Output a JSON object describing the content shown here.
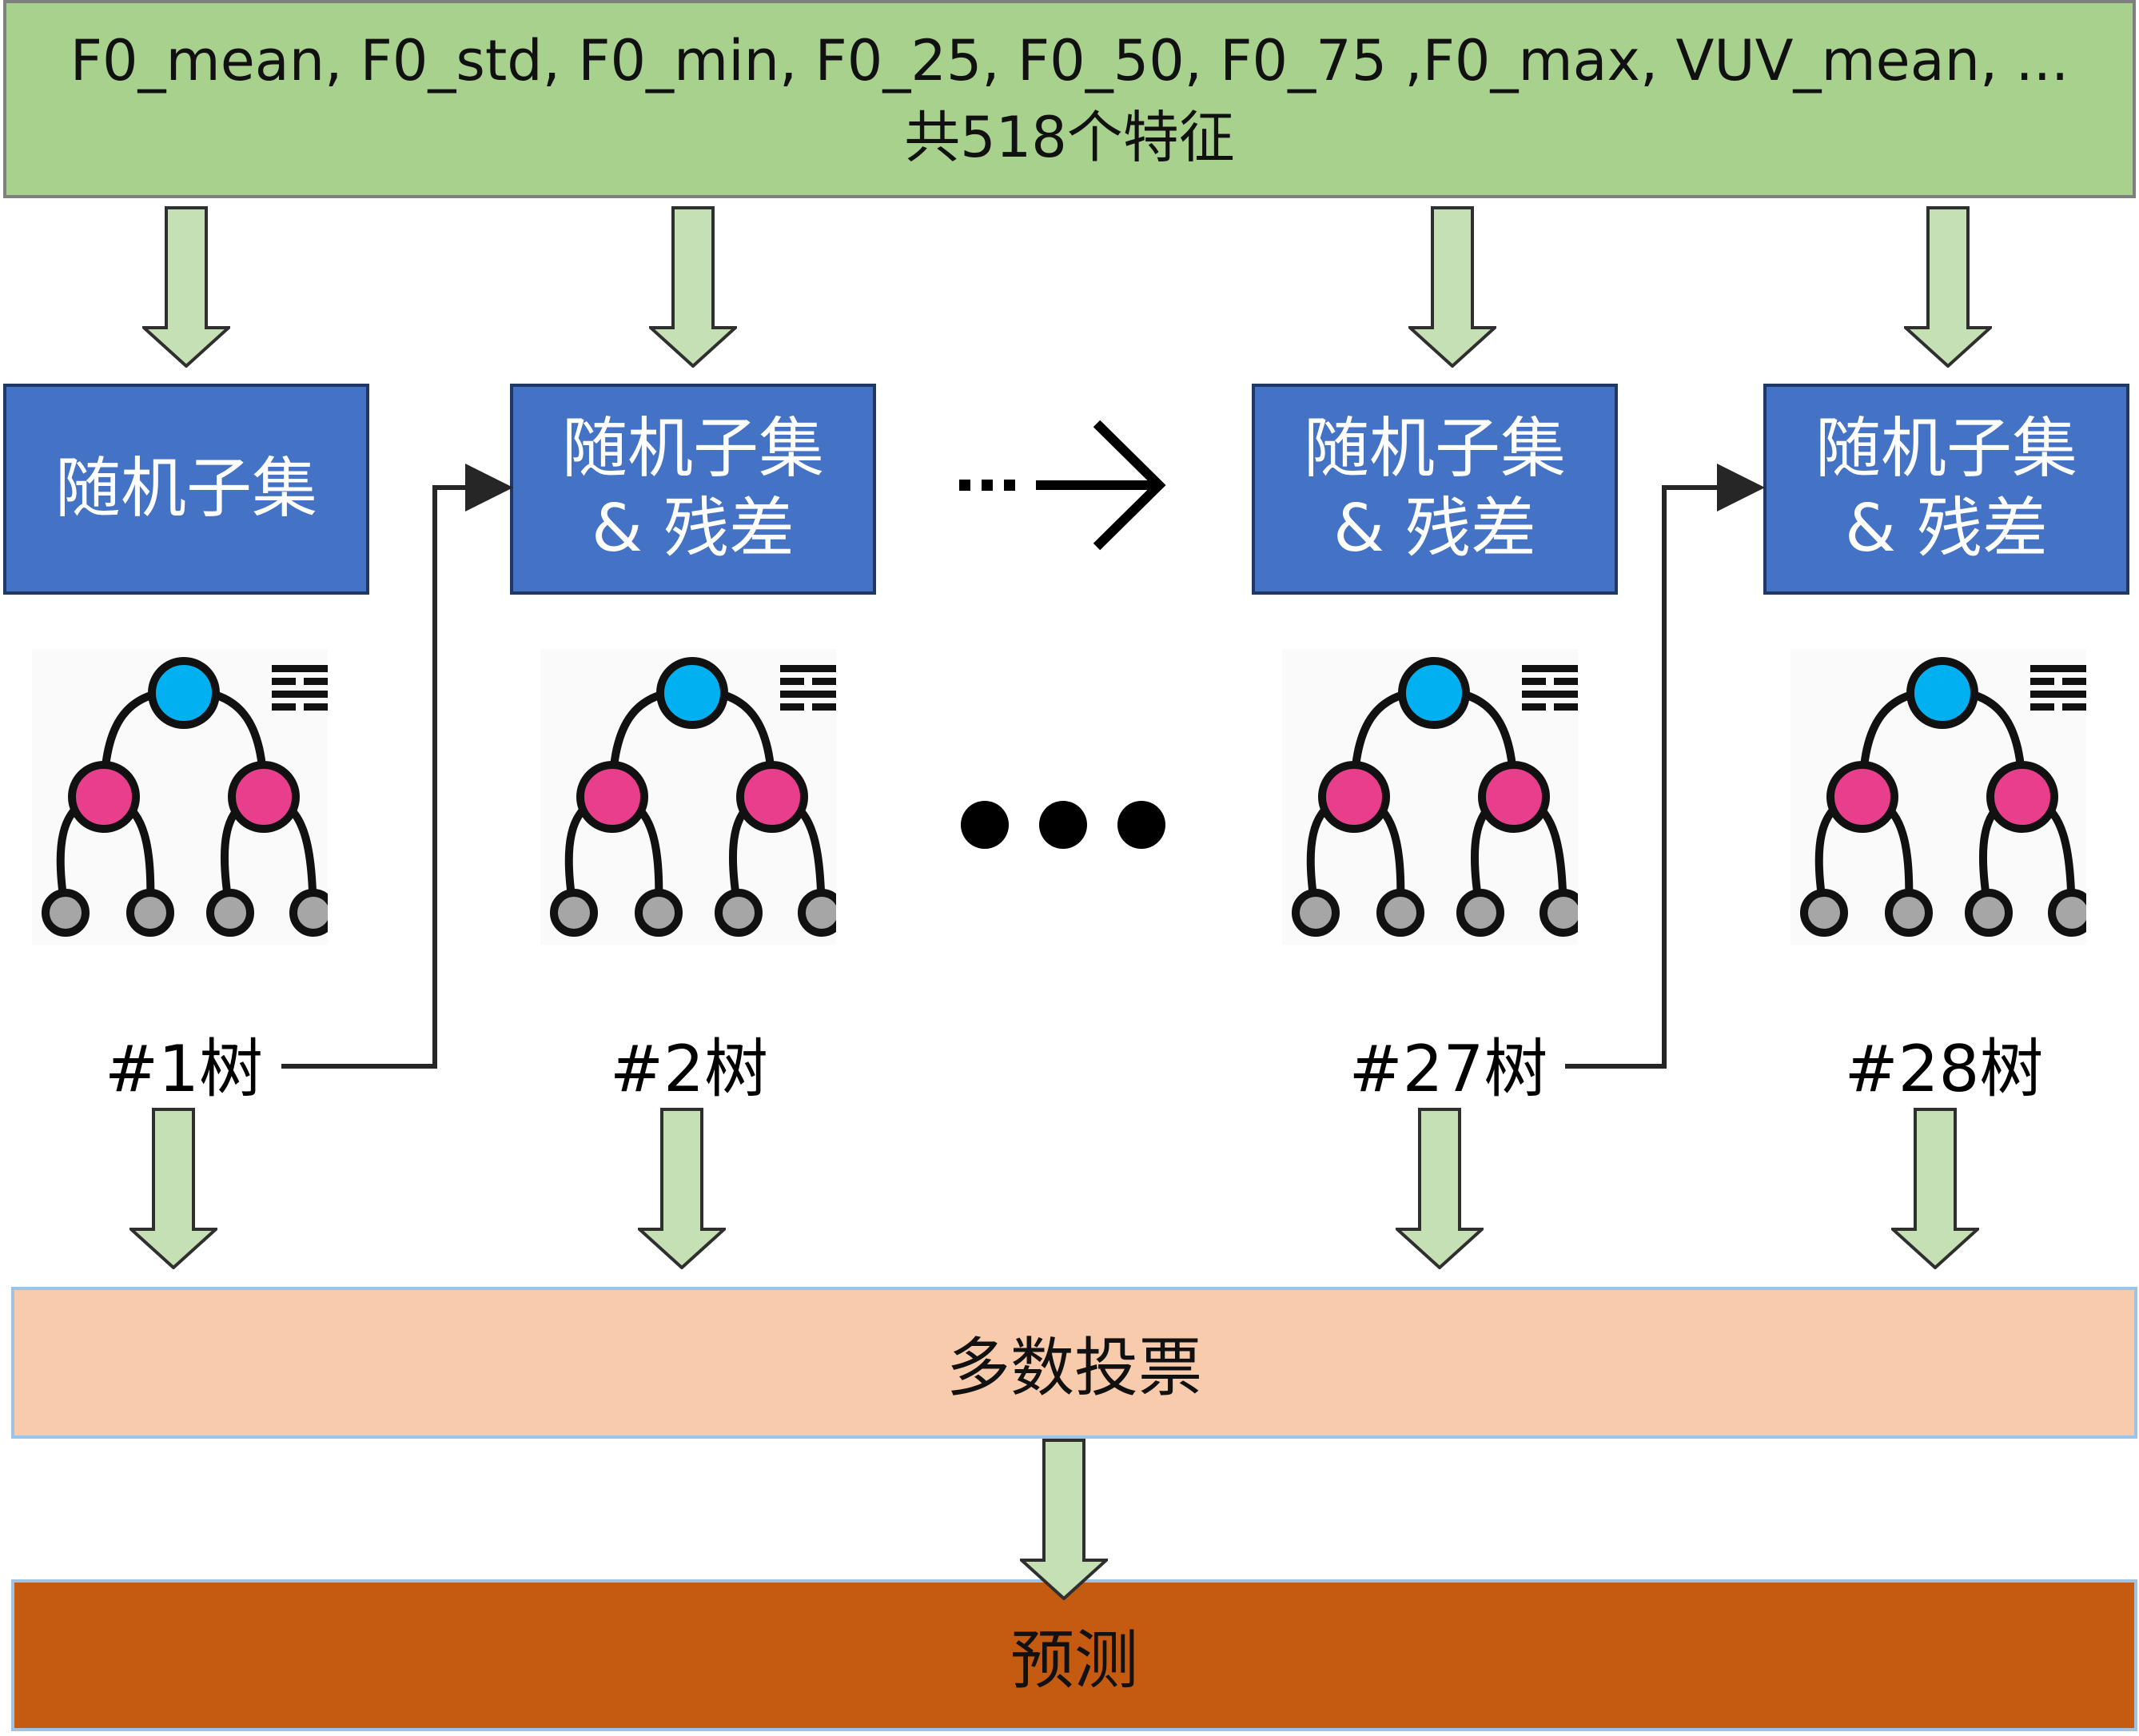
{
  "features": {
    "line1": "F0_mean, F0_std, F0_min, F0_25, F0_50, F0_75 ,F0_max, VUV_mean, ...",
    "line2": "共518个特征"
  },
  "subsets": [
    {
      "line1": "随机子集",
      "line2": ""
    },
    {
      "line1": "随机子集",
      "line2": "& 残差"
    },
    {
      "line1": "随机子集",
      "line2": "& 残差"
    },
    {
      "line1": "随机子集",
      "line2": "& 残差"
    }
  ],
  "trees": [
    {
      "label": "#1树"
    },
    {
      "label": "#2树"
    },
    {
      "label": "#27树"
    },
    {
      "label": "#28树"
    }
  ],
  "vote_label": "多数投票",
  "predict_label": "预测",
  "colors": {
    "features_fill": "#a9d18e",
    "subset_fill": "#4472c4",
    "vote_fill": "#f8cbad",
    "predict_fill": "#c55a11",
    "arrow_fill": "#c5e0b4",
    "root_node": "#00b0f0",
    "mid_node": "#e83e8c",
    "leaf_node": "#a6a6a6"
  }
}
